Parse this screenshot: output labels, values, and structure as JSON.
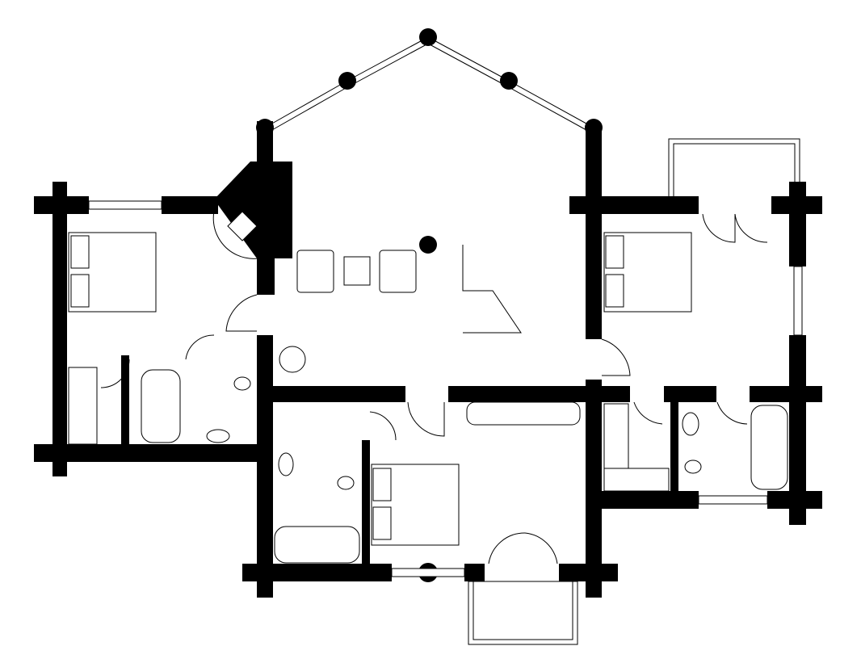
{
  "plan": {
    "wall_color": "#000000",
    "background_color": "#ffffff",
    "rooms": [
      "bedroom-left",
      "bedroom-right",
      "bedroom-bottom",
      "hall",
      "bathroom-left",
      "bathroom-bottom",
      "bathroom-right"
    ]
  }
}
